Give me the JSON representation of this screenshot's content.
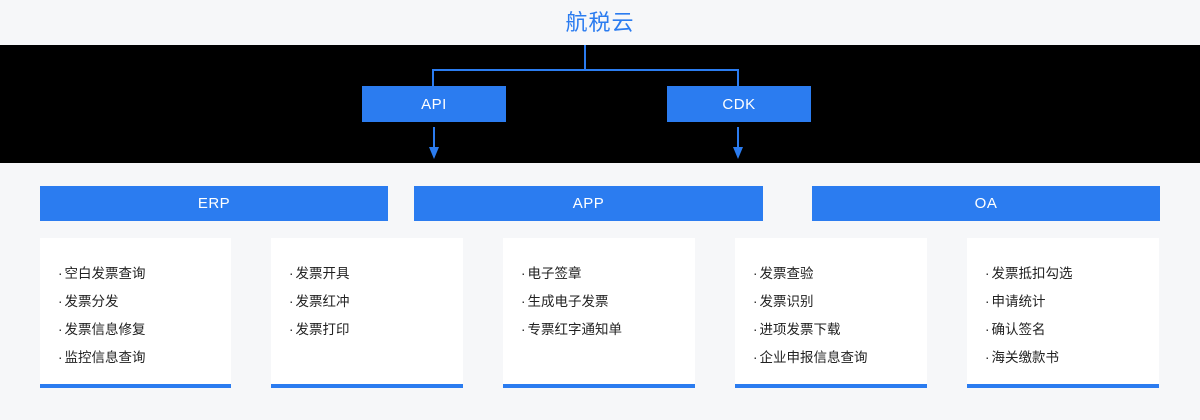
{
  "title": "航税云",
  "colors": {
    "accent": "#2b7cf0",
    "band": "#000000",
    "background": "#f6f7f9",
    "card": "#ffffff",
    "text": "#222222"
  },
  "tree": {
    "nodes": [
      {
        "id": "api",
        "label": "API"
      },
      {
        "id": "cdk",
        "label": "CDK"
      }
    ]
  },
  "categories": [
    {
      "id": "erp",
      "label": "ERP"
    },
    {
      "id": "app",
      "label": "APP"
    },
    {
      "id": "oa",
      "label": "OA"
    }
  ],
  "cards": [
    {
      "id": "card-erp-1",
      "items": [
        "空白发票查询",
        "发票分发",
        "发票信息修复",
        "监控信息查询"
      ]
    },
    {
      "id": "card-erp-2",
      "items": [
        "发票开具",
        "发票红冲",
        "发票打印"
      ]
    },
    {
      "id": "card-app-1",
      "items": [
        "电子签章",
        "生成电子发票",
        "专票红字通知单"
      ]
    },
    {
      "id": "card-app-2",
      "items": [
        "发票查验",
        "发票识别",
        "进项发票下载",
        "企业申报信息查询"
      ]
    },
    {
      "id": "card-oa-1",
      "items": [
        "发票抵扣勾选",
        "申请统计",
        "确认签名",
        "海关缴款书"
      ]
    }
  ],
  "bullet": "·"
}
